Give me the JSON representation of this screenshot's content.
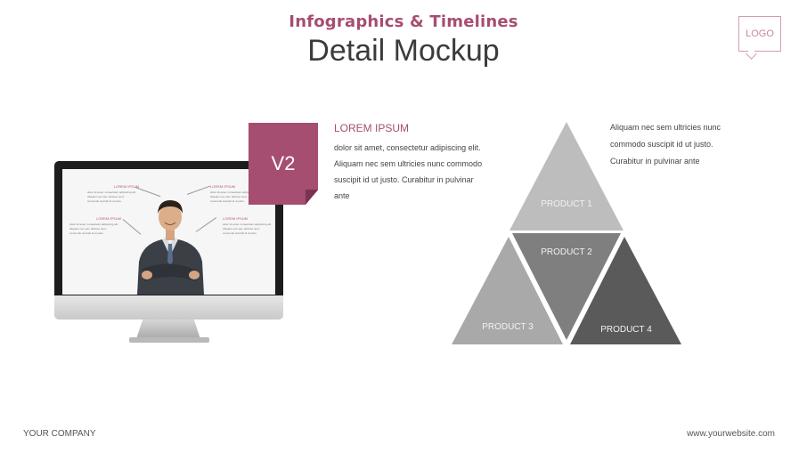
{
  "header": {
    "subtitle": "Infographics & Timelines",
    "title": "Detail Mockup"
  },
  "logo": {
    "text": "LOGO"
  },
  "badge": {
    "text": "V2"
  },
  "lorem": {
    "heading": "LOREM IPSUM",
    "body": "dolor sit amet, consectetur adipiscing elit. Aliquam nec sem ultricies nunc commodo suscipit id ut justo. Curabitur in pulvinar ante"
  },
  "right_text": "Aliquam nec sem ultricies nunc commodo suscipit id ut justo. Curabitur in pulvinar ante",
  "pyramid": {
    "products": [
      {
        "label": "PRODUCT 1",
        "color": "#bdbdbd"
      },
      {
        "label": "PRODUCT 2",
        "color": "#7f7f7f"
      },
      {
        "label": "PRODUCT 3",
        "color": "#a9a9a9"
      },
      {
        "label": "PRODUCT 4",
        "color": "#5a5a5a"
      }
    ]
  },
  "screen": {
    "labels": [
      "LOREM IPSUM",
      "LOREM IPSUM",
      "LOREM IPSUM",
      "LOREM IPSUM"
    ],
    "texts": [
      "dolor sit amet, consectetur adipiscing elit. Aliquam nec sem ultricies nunc commodo suscipit id ut justo.",
      "dolor sit amet, consectetur adipiscing elit. Aliquam nec sem ultricies nunc commodo suscipit id ut justo.",
      "dolor sit amet, consectetur adipiscing elit. Aliquam nec sem ultricies nunc commodo suscipit id ut justo.",
      "dolor sit amet, consectetur adipiscing elit. Aliquam nec sem ultricies nunc commodo suscipit id ut justo."
    ]
  },
  "footer": {
    "company": "YOUR COMPANY",
    "website": "www.yourwebsite.com"
  },
  "colors": {
    "accent": "#a64d72"
  }
}
